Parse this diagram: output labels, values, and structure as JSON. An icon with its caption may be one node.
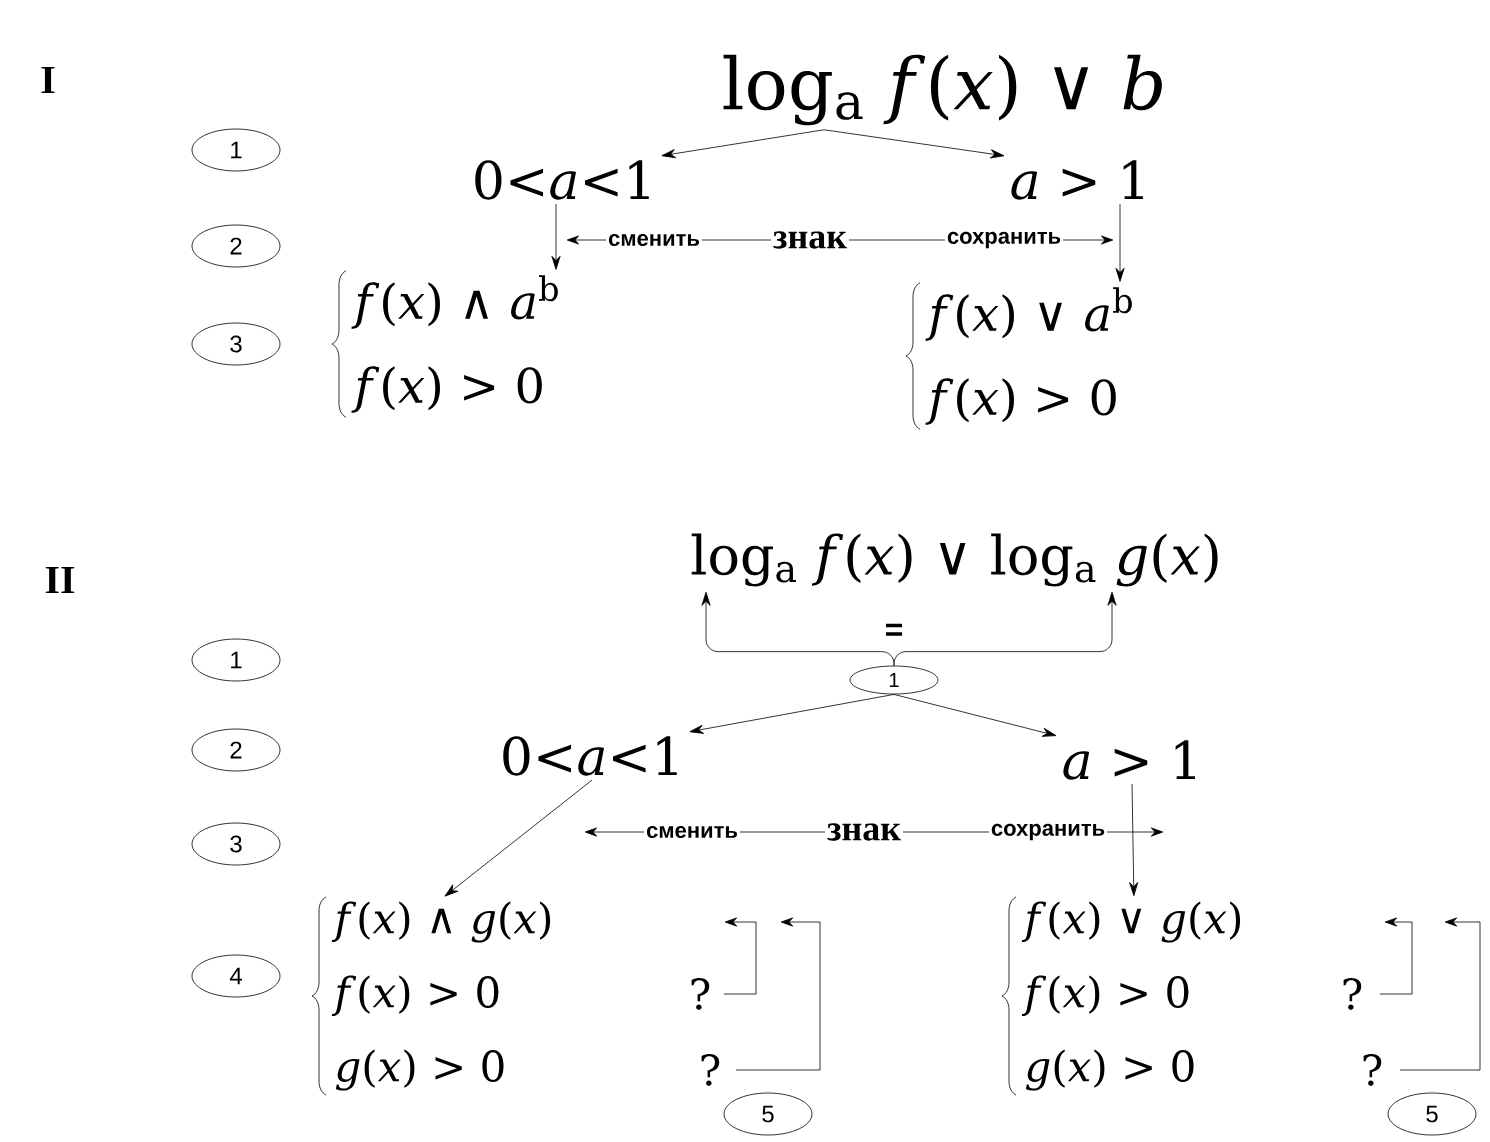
{
  "diagram": {
    "nodes": [
      {
        "text": [
          "1"
        ]
      },
      {
        "text": [
          "2"
        ]
      },
      {
        "text": [
          "3"
        ]
      },
      {
        "text": [
          "log$_{a}$ *f*(*x*) ∨ *b*"
        ]
      },
      {
        "text": [
          "0<*a*<1"
        ]
      },
      {
        "text": [
          "*a*  >  1"
        ]
      },
      {
        "text": [
          "*f*(*x*) ∧ *a*$^{b}$",
          "*f*(*x*) > 0"
        ]
      },
      {
        "text": [
          "*f*(*x*) ∨ *a*$^{b}$",
          "*f*(*x*) > 0"
        ]
      },
      {
        "text": [
          "1"
        ]
      },
      {
        "text": [
          "2"
        ]
      },
      {
        "text": [
          "3"
        ]
      },
      {
        "text": [
          "4"
        ]
      },
      {
        "text": [
          "log$_{a}$ *f*(*x*) ∨ log$_{a}$ *g*(*x*)"
        ]
      },
      {
        "text": [
          "1"
        ]
      },
      {
        "text": [
          "0<*a*<1"
        ]
      },
      {
        "text": [
          "*a*  >  1"
        ]
      },
      {
        "text": [
          "*f*(*x*) ∧ *g*(*x*)",
          "*f*(*x*) > 0",
          "*g*(*x*) > 0"
        ]
      },
      {
        "text": [
          "*f*(*x*) ∨ *g*(*x*)",
          "*f*(*x*) > 0",
          "*g*(*x*) > 0"
        ]
      },
      {
        "text": [
          "5"
        ]
      },
      {
        "text": [
          "5"
        ]
      }
    ],
    "edges": [
      {
        "from": 3,
        "to": 4,
        "arrow": "to"
      },
      {
        "from": 3,
        "to": 5,
        "arrow": "to"
      },
      {
        "from": 4,
        "to": 6,
        "arrow": "to"
      },
      {
        "from": 5,
        "to": 7,
        "arrow": "to"
      },
      {
        "from": 13,
        "to": 12,
        "arrow": "to"
      },
      {
        "from": 13,
        "to": 12,
        "arrow": "to"
      },
      {
        "from": 13,
        "to": 14,
        "arrow": "to"
      },
      {
        "from": 13,
        "to": 15,
        "arrow": "to"
      },
      {
        "from": 14,
        "to": 16,
        "arrow": "to"
      },
      {
        "from": 15,
        "to": 17,
        "arrow": "to"
      }
    ],
    "labels": [
      "I",
      "сменить",
      "знак",
      "сохранить",
      "II",
      "=",
      "сменить",
      "знак",
      "сохранить",
      "?",
      "?",
      "?",
      "?"
    ]
  }
}
